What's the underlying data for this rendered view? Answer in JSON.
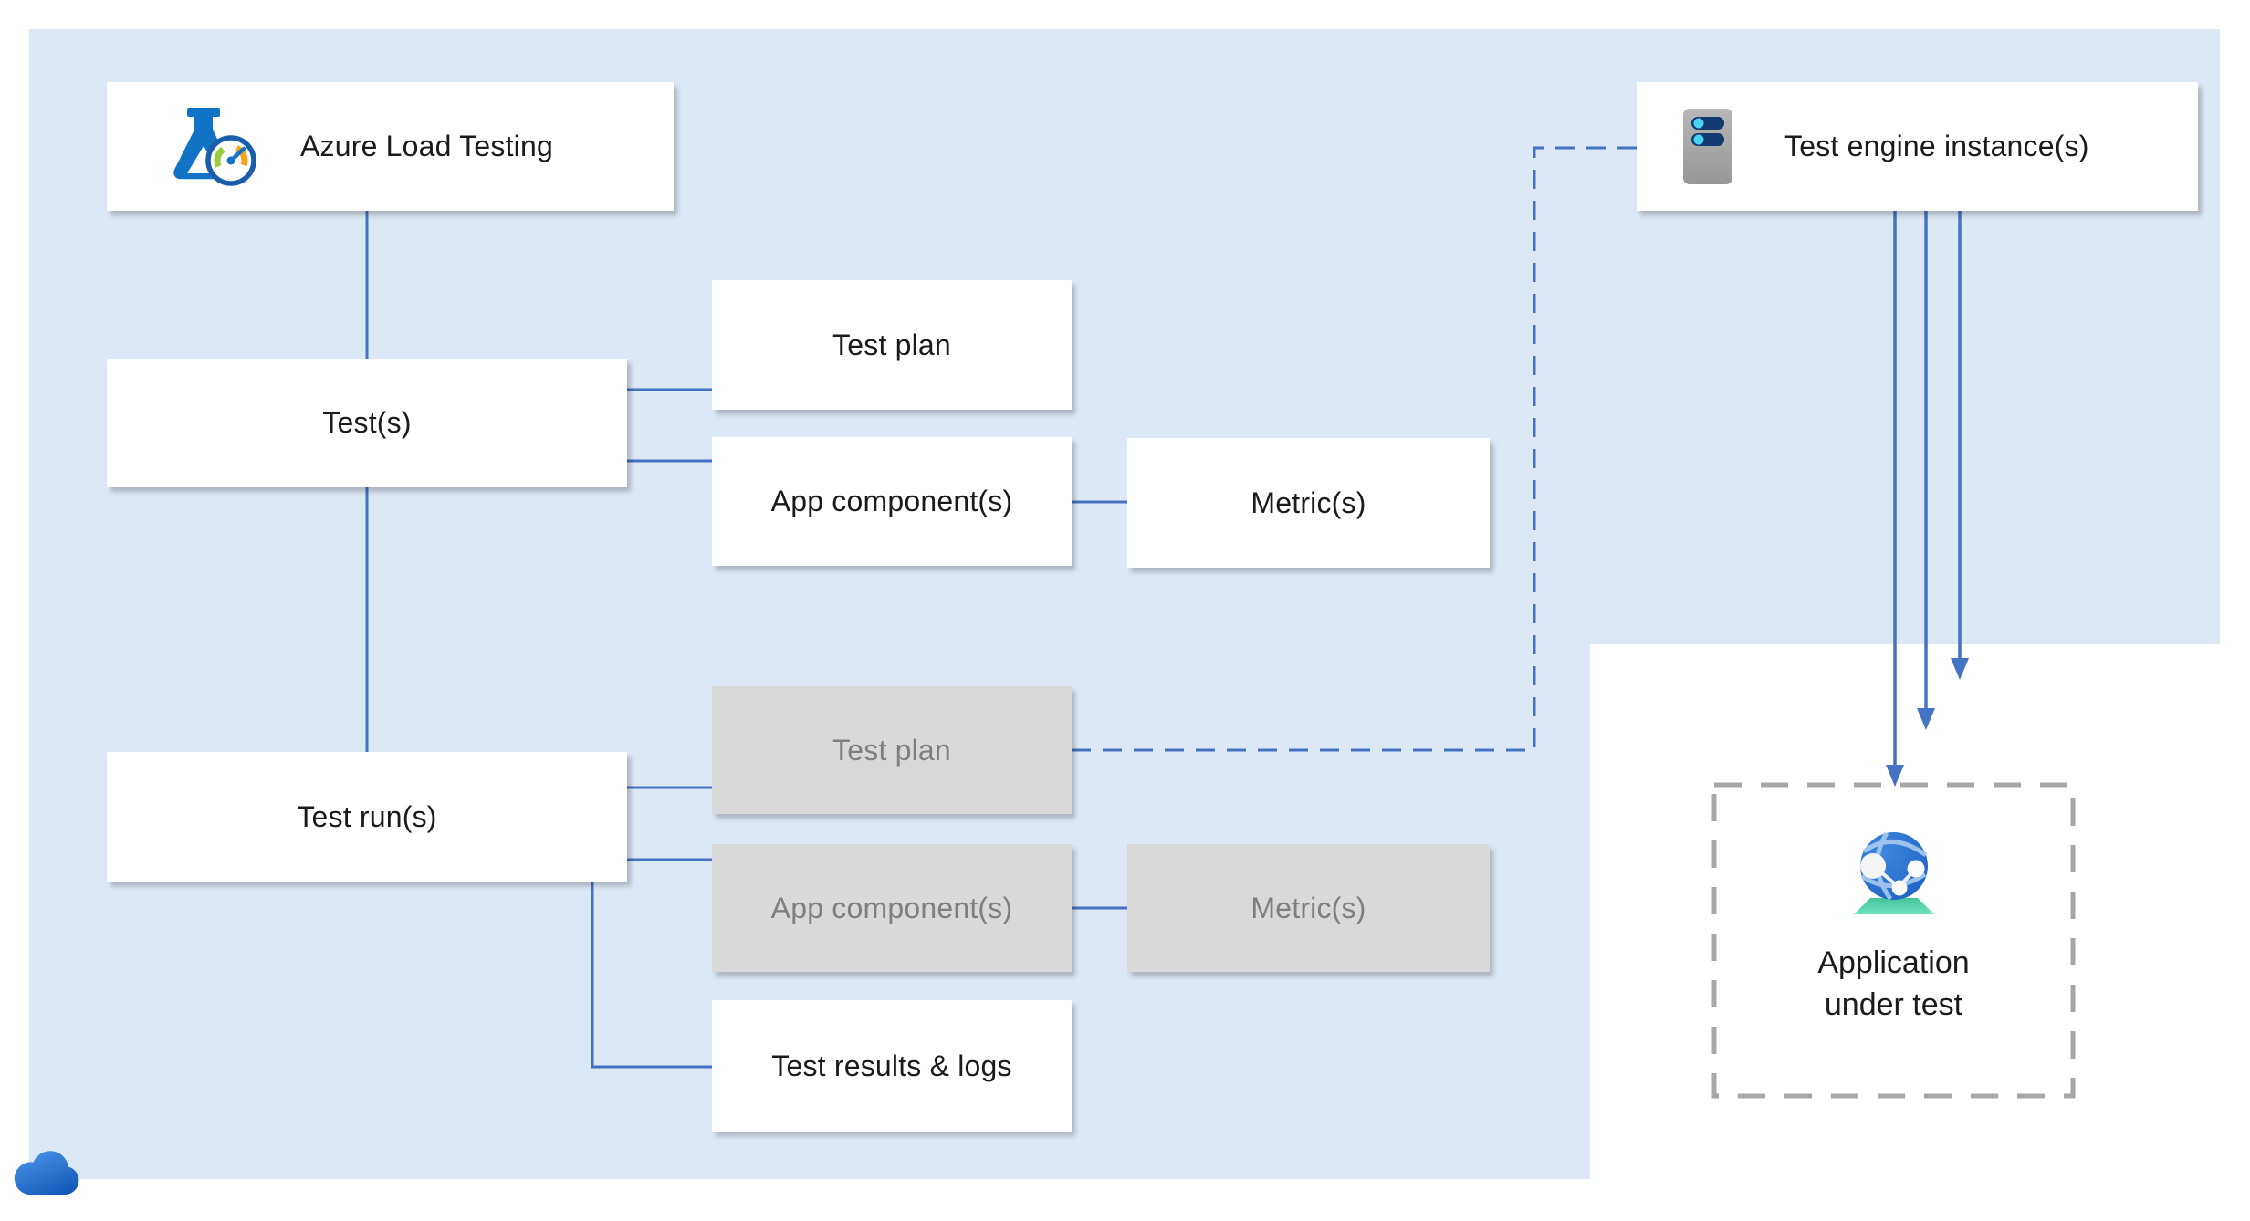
{
  "diagram": {
    "title_node": "Azure Load Testing",
    "nodes": {
      "azure_load_testing": "Azure Load Testing",
      "tests": "Test(s)",
      "test_plan": "Test plan",
      "app_components": "App component(s)",
      "metrics": "Metric(s)",
      "test_runs": "Test run(s)",
      "run_test_plan": "Test plan",
      "run_app_components": "App component(s)",
      "run_metrics": "Metric(s)",
      "test_results_logs": "Test results & logs",
      "test_engine_instances": "Test engine instance(s)",
      "application_under_test": {
        "line1": "Application",
        "line2": "under test"
      }
    },
    "icons": {
      "azure_load_testing": "load-testing-flask-gauge-icon",
      "test_engine_instances": "server-icon",
      "application_under_test": "app-service-globe-icon",
      "bottom_left": "cloud-icon"
    },
    "colors": {
      "background_blue": "#dce8f5",
      "node_fill": "#ffffff",
      "inactive_node_fill": "#d9d9d9",
      "inactive_text": "#7f7f7f",
      "text": "#1b1b1b",
      "connector_blue": "#4472c4",
      "dashed_container_gray": "#a7a7a7",
      "flask_blue": "#1173c5",
      "gauge_ring_blue": "#1a5dab",
      "gauge_orange": "#f7a21d",
      "gauge_green": "#9acb3c",
      "server_pill_navy": "#123a70",
      "server_dot_cyan": "#49d2f4",
      "globe_blue": "#2e74d4",
      "stand_teal": "#4ccfa6",
      "cloud_blue": "#1f6ac9"
    }
  }
}
